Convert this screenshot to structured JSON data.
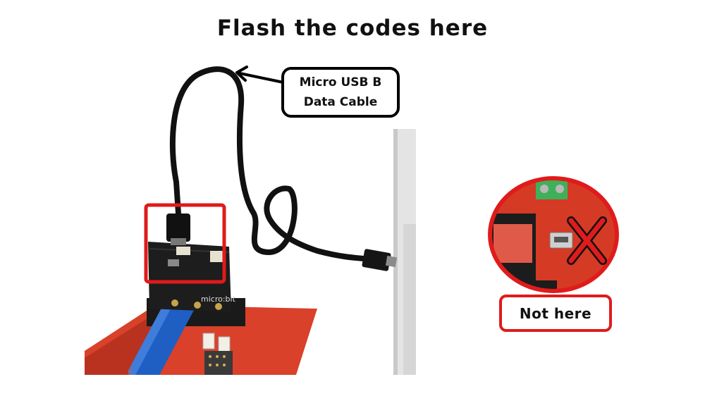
{
  "title": "Flash the codes here",
  "callout": {
    "line1": "Micro USB B",
    "line2": "Data Cable"
  },
  "not_here_label": "Not here",
  "colors": {
    "highlight_red": "#e01b1b",
    "cable_black": "#111111",
    "board_red": "#d9412a",
    "battery_blue": "#1f5fc4"
  }
}
